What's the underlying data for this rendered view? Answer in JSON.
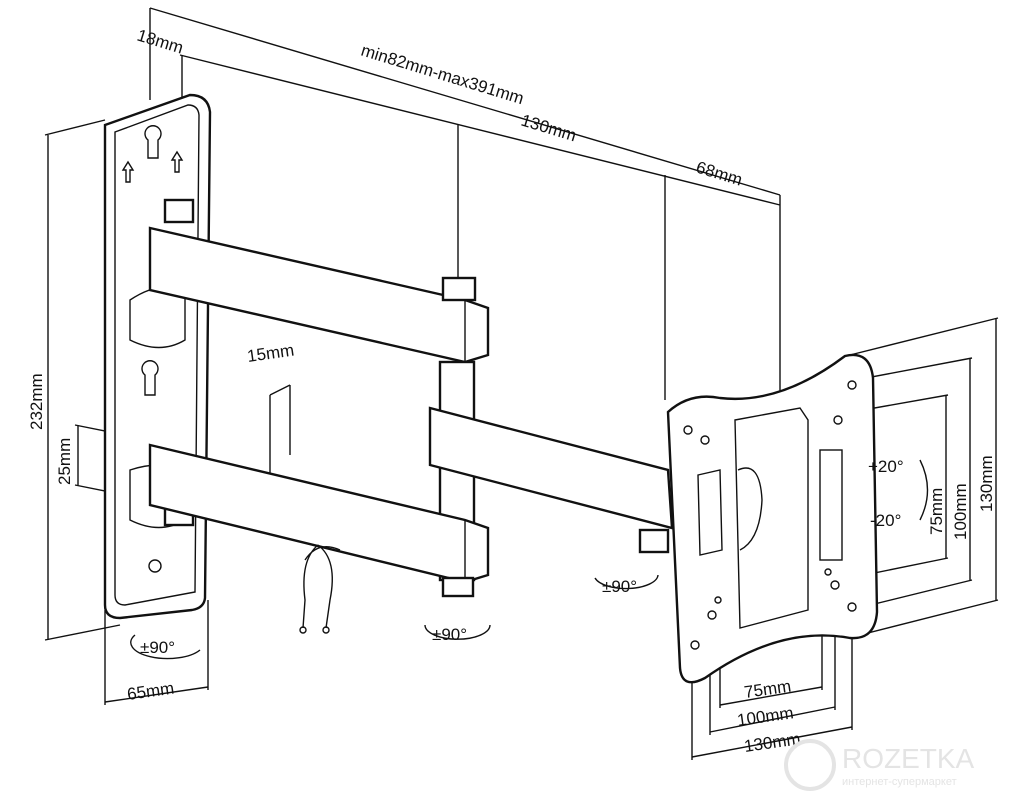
{
  "title": "TV wall mount dimensions",
  "dimensions": {
    "top_offset": "18mm",
    "reach": "min82mm-max391mm",
    "arm1": "130mm",
    "arm2": "68mm",
    "height": "232mm",
    "arm_width": "25mm",
    "gap": "15mm",
    "plate_width": "65mm",
    "vesa_v_small": "75mm",
    "vesa_v_mid": "100mm",
    "vesa_v_large": "130mm",
    "vesa_h_small": "75mm",
    "vesa_h_mid": "100mm",
    "vesa_h_large": "130mm"
  },
  "rotations": {
    "wall_swivel": "±90°",
    "mid_swivel": "±90°",
    "head_swivel": "±90°",
    "tilt_up": "+20°",
    "tilt_down": "-20°"
  },
  "watermark": {
    "brand": "ROZETKA",
    "tagline": "интернет-супермаркет"
  }
}
